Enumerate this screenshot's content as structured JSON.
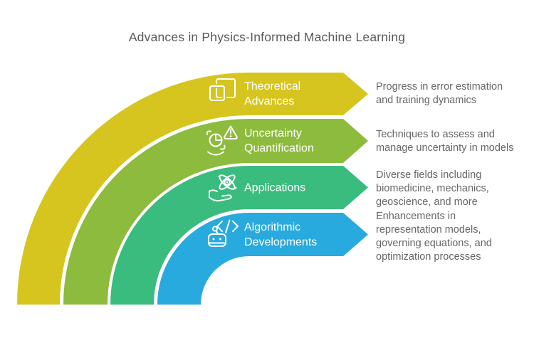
{
  "title": "Advances in Physics-Informed Machine Learning",
  "colors": {
    "background": "#ffffff",
    "title_text": "#58595b",
    "description_text": "#666666",
    "label_text": "#ffffff"
  },
  "bands": [
    {
      "label": "Theoretical\nAdvances",
      "description": "Progress in error estimation\nand training dynamics",
      "color": "#d6c51f",
      "icon": "overlapping-squares-icon"
    },
    {
      "label": "Uncertainty\nQuantification",
      "description": "Techniques to assess and\nmanage uncertainty in models",
      "color": "#8dbb3d",
      "icon": "uncertainty-alert-icon"
    },
    {
      "label": "Applications",
      "description": "Diverse fields including\nbiomedicine, mechanics,\ngeoscience, and more",
      "color": "#3abc7e",
      "icon": "hand-atom-icon"
    },
    {
      "label": "Algorithmic\nDevelopments",
      "description": "Enhancements in\nrepresentation models,\ngoverning equations, and\noptimization processes",
      "color": "#28aade",
      "icon": "robot-code-icon"
    }
  ]
}
